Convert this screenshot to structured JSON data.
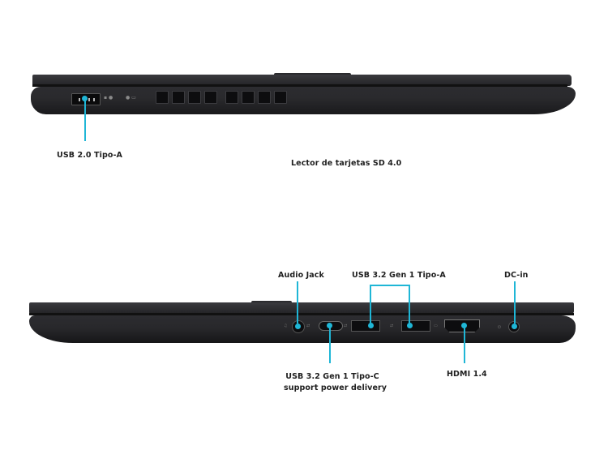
{
  "views": {
    "left_side": {
      "labels": {
        "usb2": "USB 2.0 Tipo-A",
        "sd_reader": "Lector de tarjetas SD 4.0"
      },
      "vent_count": 8
    },
    "right_side": {
      "labels": {
        "audio": "Audio Jack",
        "usb3a": "USB 3.2 Gen 1 Tipo-A",
        "dcin": "DC-in",
        "usbc_line1": "USB 3.2 Gen 1 Tipo-C",
        "usbc_line2": "support power delivery",
        "hdmi": "HDMI 1.4"
      }
    }
  },
  "colors": {
    "callout": "#1fb6d6",
    "laptop_body": "#2a2a2d",
    "background": "#ffffff"
  }
}
